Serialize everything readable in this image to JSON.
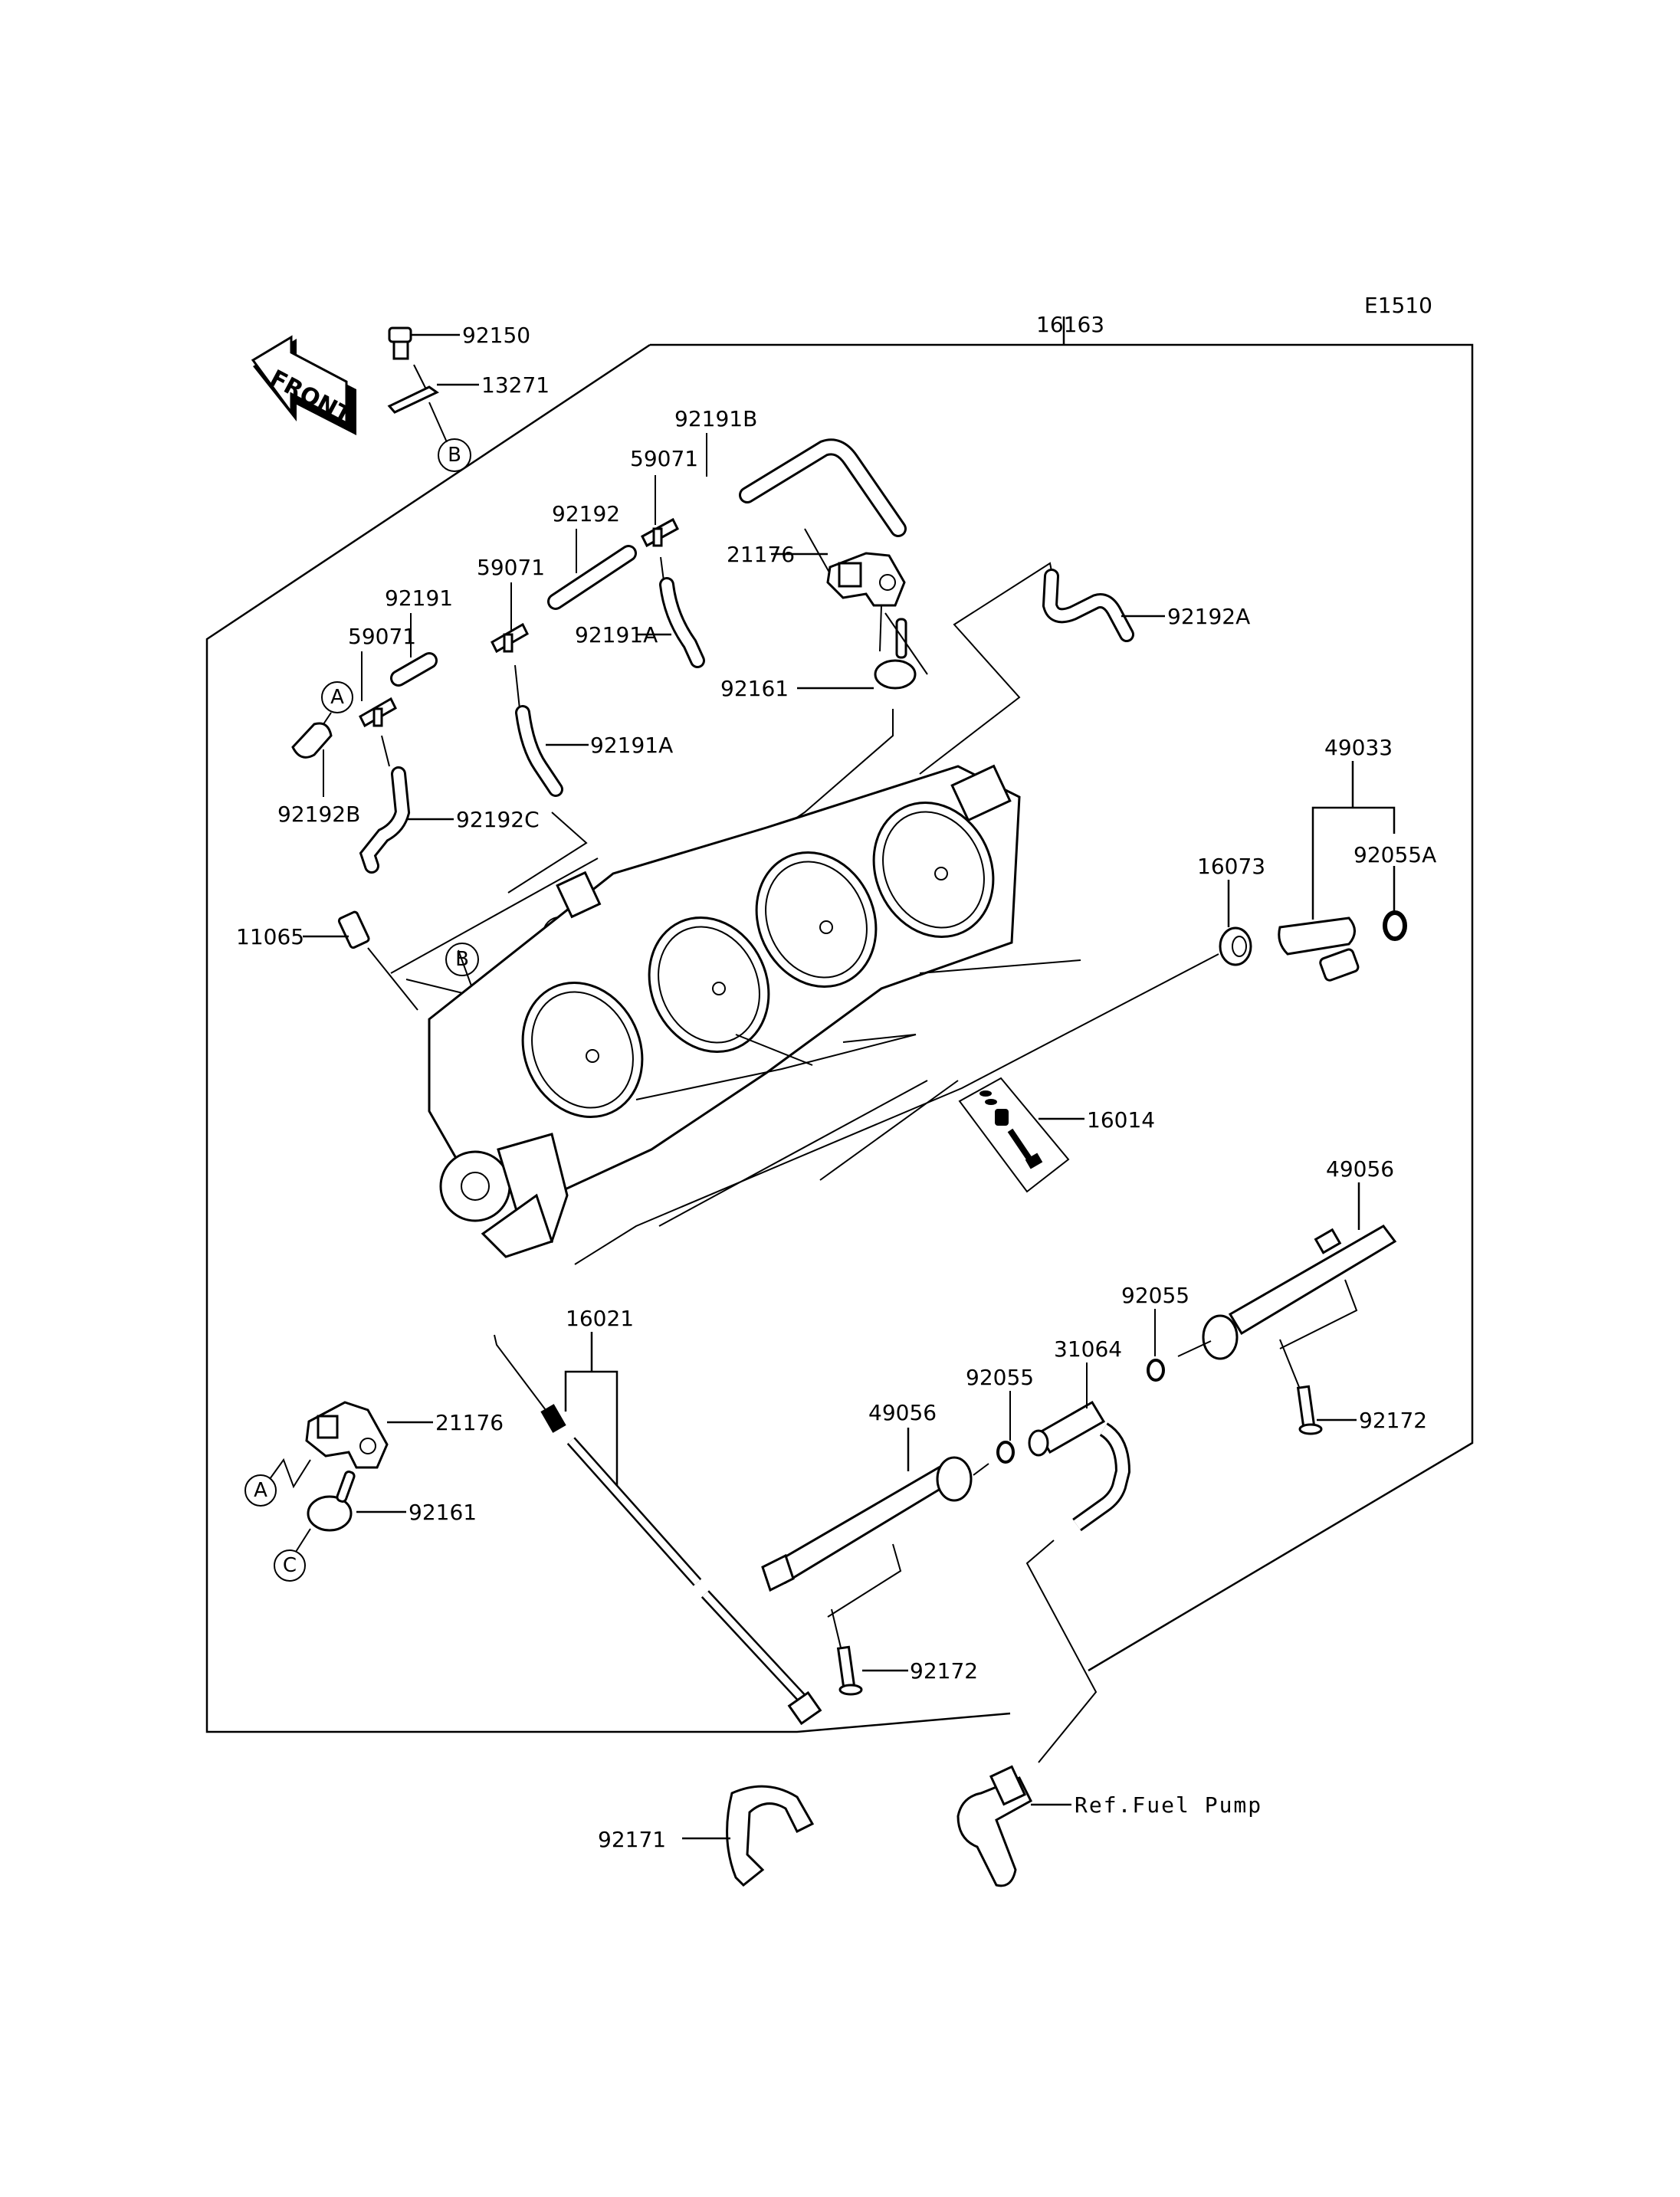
{
  "diagram": {
    "code": "E1510",
    "assembly_label": "16163",
    "front_label": "FRONT",
    "reference_text": "Ref.Fuel Pump",
    "callout_letters": [
      "A",
      "B",
      "C"
    ],
    "parts": [
      {
        "id": "92150",
        "label": "92150"
      },
      {
        "id": "13271",
        "label": "13271"
      },
      {
        "id": "92191B",
        "label": "92191B"
      },
      {
        "id": "59071-top",
        "label": "59071"
      },
      {
        "id": "92192",
        "label": "92192"
      },
      {
        "id": "59071-mid",
        "label": "59071"
      },
      {
        "id": "92191",
        "label": "92191"
      },
      {
        "id": "59071-left",
        "label": "59071"
      },
      {
        "id": "21176-top",
        "label": "21176"
      },
      {
        "id": "92191A-top",
        "label": "92191A"
      },
      {
        "id": "92192A",
        "label": "92192A"
      },
      {
        "id": "92161-top",
        "label": "92161"
      },
      {
        "id": "92191A-mid",
        "label": "92191A"
      },
      {
        "id": "92192B",
        "label": "92192B"
      },
      {
        "id": "92192C",
        "label": "92192C"
      },
      {
        "id": "49033",
        "label": "49033"
      },
      {
        "id": "16073",
        "label": "16073"
      },
      {
        "id": "92055A",
        "label": "92055A"
      },
      {
        "id": "11065",
        "label": "11065"
      },
      {
        "id": "16014",
        "label": "16014"
      },
      {
        "id": "49056-right",
        "label": "49056"
      },
      {
        "id": "16021",
        "label": "16021"
      },
      {
        "id": "92055-right",
        "label": "92055"
      },
      {
        "id": "31064",
        "label": "31064"
      },
      {
        "id": "92055-left",
        "label": "92055"
      },
      {
        "id": "49056-left",
        "label": "49056"
      },
      {
        "id": "92172-right",
        "label": "92172"
      },
      {
        "id": "21176-bottom",
        "label": "21176"
      },
      {
        "id": "92161-bottom",
        "label": "92161"
      },
      {
        "id": "92172-left",
        "label": "92172"
      },
      {
        "id": "92171",
        "label": "92171"
      }
    ]
  }
}
